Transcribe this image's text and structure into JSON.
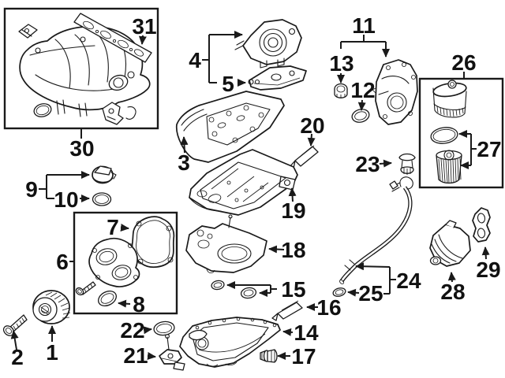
{
  "diagram": {
    "kind": "exploded-parts-diagram",
    "background_color": "#ffffff",
    "line_color": "#1a1a1a",
    "label_color": "#111111"
  },
  "callouts": {
    "c1": "1",
    "c2": "2",
    "c3": "3",
    "c4": "4",
    "c5": "5",
    "c6": "6",
    "c7": "7",
    "c8": "8",
    "c9": "9",
    "c10": "10",
    "c11": "11",
    "c12": "12",
    "c13": "13",
    "c14": "14",
    "c15": "15",
    "c16": "16",
    "c17": "17",
    "c18": "18",
    "c19": "19",
    "c20": "20",
    "c21": "21",
    "c22": "22",
    "c23": "23",
    "c24": "24",
    "c25": "25",
    "c26": "26",
    "c27": "27",
    "c28": "28",
    "c29": "29",
    "c30": "30",
    "c31": "31"
  }
}
